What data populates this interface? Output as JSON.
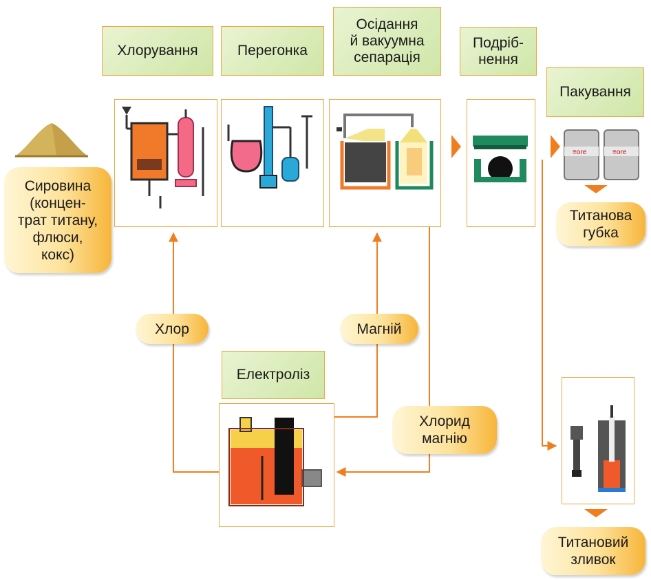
{
  "stages": {
    "chlorination": "Хлорування",
    "distillation": "Перегонка",
    "settling": "Осідання\nй вакуумна\nсепарація",
    "crushing": "Подріб-\nнення",
    "packing": "Пакування",
    "electrolysis": "Електроліз"
  },
  "materials": {
    "raw": "Сировина\n(концен-\nтрат титану,\nфлюси,\nкокс)",
    "chlorine": "Хлор",
    "magnesium": "Магній",
    "mg_chloride": "Хлорид\nмагнію",
    "sponge": "Титанова\nгубка",
    "ingot": "Титановий\nзливок"
  },
  "colors": {
    "arrow": "#f07e1e",
    "box_border": "#f0a640",
    "label_fill": "#d9ecb8",
    "pill_fill": "#fde29a"
  },
  "icons": {
    "raw": "ore-pile-icon",
    "chlorination": "chlorination-reactor-icon",
    "distillation": "distillation-flasks-icon",
    "settling": "vacuum-separation-retorts-icon",
    "crushing": "press-crusher-icon",
    "packing": "drums-icon",
    "electrolysis": "electrolysis-cell-icon",
    "melting": "vacuum-arc-furnace-icon"
  }
}
